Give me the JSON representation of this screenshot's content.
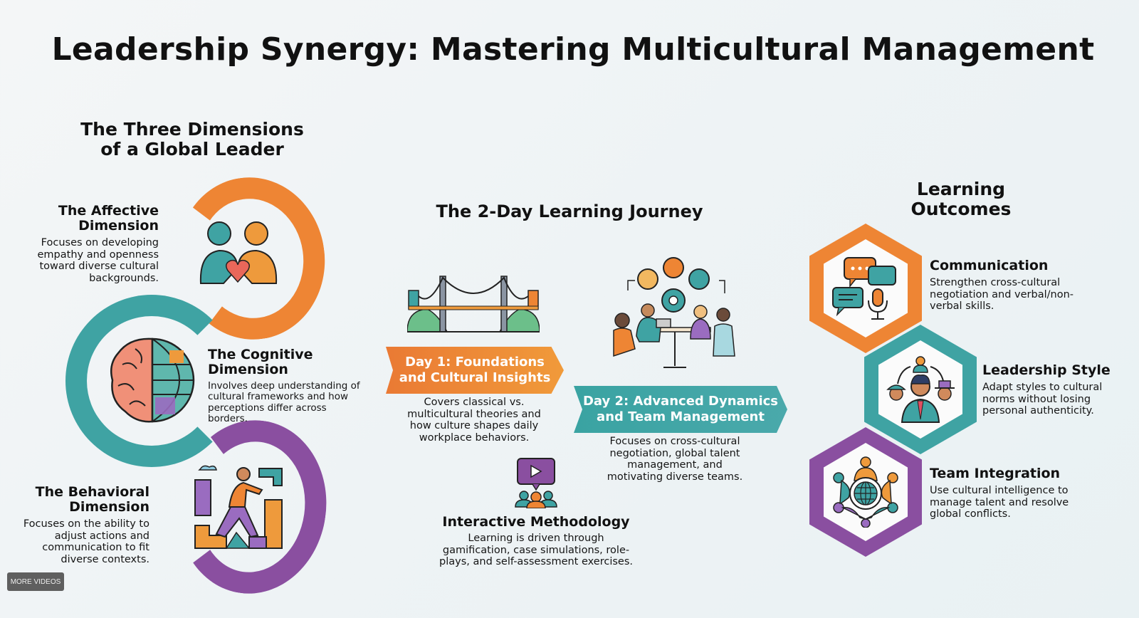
{
  "title": "Leadership Synergy: Mastering Multicultural Management",
  "colors": {
    "orange": "#ee8534",
    "teal": "#3fa3a3",
    "purple": "#8a4fa0",
    "background": "#eef3f5",
    "text": "#111111"
  },
  "dimensions": {
    "heading_line1": "The Three Dimensions",
    "heading_line2": "of a Global Leader",
    "items": [
      {
        "title_line1": "The Affective",
        "title_line2": "Dimension",
        "description": "Focuses on developing empathy and openness toward diverse cultural backgrounds.",
        "icon": "two-people-heart-icon",
        "color": "#ee8534"
      },
      {
        "title_line1": "The Cognitive",
        "title_line2": "Dimension",
        "description": "Involves deep understanding of cultural frameworks and how perceptions differ across borders.",
        "icon": "brain-globe-icon",
        "color": "#3fa3a3"
      },
      {
        "title_line1": "The Behavioral",
        "title_line2": "Dimension",
        "description": "Focuses on the ability to adjust actions and communication to fit diverse contexts.",
        "icon": "climbing-person-icon",
        "color": "#8a4fa0"
      }
    ]
  },
  "journey": {
    "heading": "The 2-Day Learning Journey",
    "days": [
      {
        "banner_line1": "Day 1: Foundations",
        "banner_line2": "and Cultural Insights",
        "description": "Covers classical vs. multicultural theories and how culture shapes daily workplace behaviors.",
        "icon": "bridge-icon",
        "color": "#ee8534"
      },
      {
        "banner_line1": "Day 2: Advanced Dynamics",
        "banner_line2": "and Team Management",
        "description": "Focuses on cross-cultural negotiation, global talent management, and motivating diverse teams.",
        "icon": "team-meeting-icon",
        "color": "#3fa3a3"
      }
    ],
    "methodology": {
      "title": "Interactive Methodology",
      "description": "Learning is driven through gamification, case simulations, role-plays, and self-assessment exercises.",
      "icon": "video-audience-icon"
    }
  },
  "outcomes": {
    "heading_line1": "Learning",
    "heading_line2": "Outcomes",
    "items": [
      {
        "title": "Communication",
        "description": "Strengthen cross-cultural negotiation and verbal/non-verbal skills.",
        "icon": "chat-bubbles-mic-icon",
        "color": "#ee8534"
      },
      {
        "title": "Leadership Style",
        "description": "Adapt styles to cultural norms without losing personal authenticity.",
        "icon": "leader-adapting-icon",
        "color": "#3fa3a3"
      },
      {
        "title": "Team Integration",
        "description": "Use cultural intelligence to manage talent and resolve global conflicts.",
        "icon": "team-globe-icon",
        "color": "#8a4fa0"
      }
    ]
  },
  "overlay": {
    "more_videos_label": "MORE VIDEOS"
  }
}
